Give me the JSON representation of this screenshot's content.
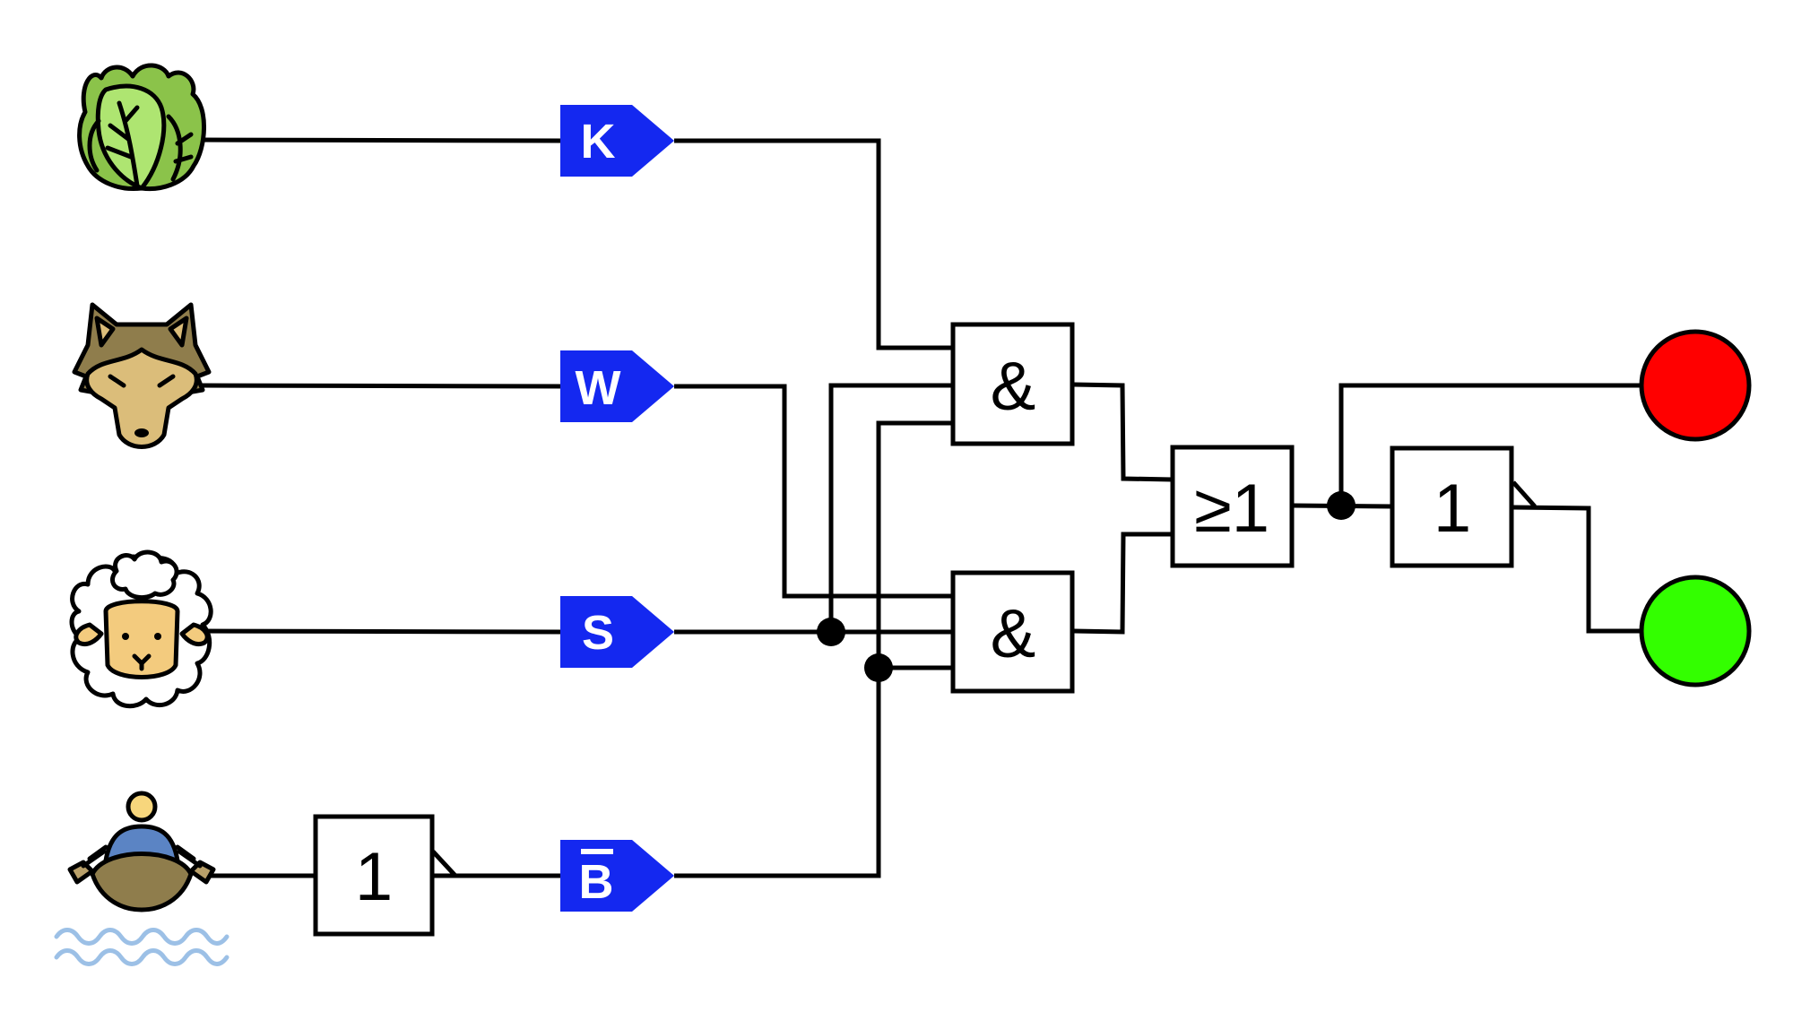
{
  "inputs": [
    {
      "id": "cabbage",
      "icon": "cabbage-icon",
      "tag": "K"
    },
    {
      "id": "wolf",
      "icon": "wolf-icon",
      "tag": "W"
    },
    {
      "id": "sheep",
      "icon": "sheep-icon",
      "tag": "S"
    },
    {
      "id": "boat",
      "icon": "rowing-boat-icon",
      "tag": "B",
      "tag_overline": true
    }
  ],
  "gates": {
    "and_top": "&",
    "and_bottom": "&",
    "or": "≥1",
    "not_boat": "1",
    "not_output": "1"
  },
  "outputs": [
    {
      "id": "danger",
      "color": "#ff0000"
    },
    {
      "id": "safe",
      "color": "#33ff00"
    }
  ],
  "colors": {
    "tag_fill": "#1428f0",
    "tag_text": "#ffffff"
  }
}
